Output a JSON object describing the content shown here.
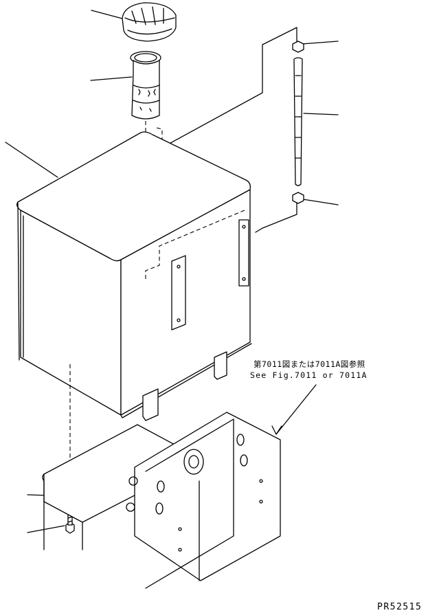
{
  "reference_note": {
    "japanese": "第7011図または7011A図参照",
    "english": "See Fig.7011 or 7011A"
  },
  "drawing_number": "PR52515"
}
